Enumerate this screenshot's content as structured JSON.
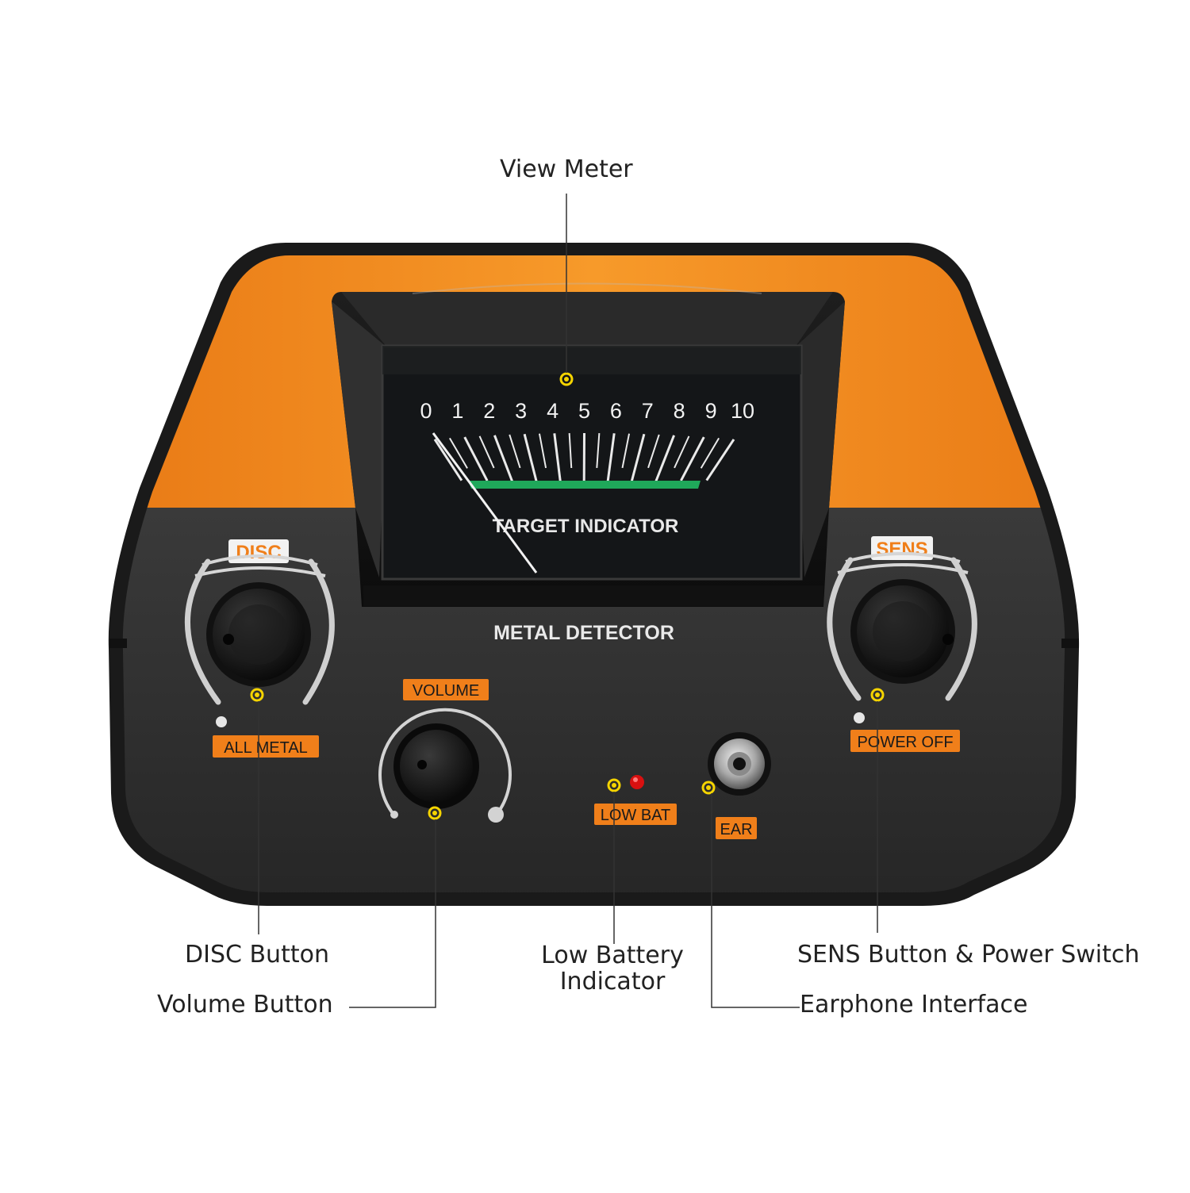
{
  "device": {
    "brand_text": "METAL DETECTOR",
    "meter": {
      "scale_numbers": [
        "0",
        "1",
        "2",
        "3",
        "4",
        "5",
        "6",
        "7",
        "8",
        "9",
        "10"
      ],
      "label": "TARGET INDICATOR"
    },
    "disc_label": "DISC",
    "all_metal_label": "ALL METAL",
    "volume_label": "VOLUME",
    "sens_label": "SENS",
    "power_off_label": "POWER OFF",
    "low_bat_label": "LOW BAT",
    "ear_label": "EAR"
  },
  "callouts": {
    "view_meter": "View Meter",
    "disc_button": "DISC Button",
    "volume_button": "Volume Button",
    "low_battery_line1": "Low Battery",
    "low_battery_line2": "Indicator",
    "sens_button": "SENS Button & Power Switch",
    "earphone": "Earphone Interface"
  },
  "colors": {
    "body_dark": "#2b2b2b",
    "accent_orange": "#f08a1c",
    "label_orange": "#f07f1a",
    "meter_face": "#141618",
    "meter_green": "#1fa85a",
    "marker_yellow": "#f5d400",
    "led_red": "#d81010"
  }
}
